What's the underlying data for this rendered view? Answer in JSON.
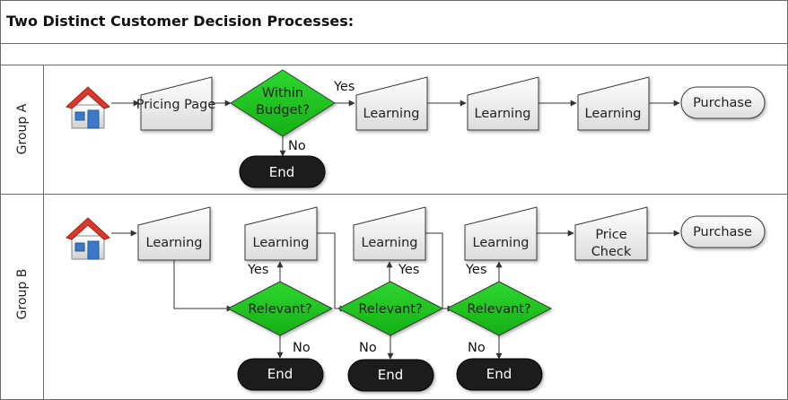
{
  "title": "Two Distinct Customer Decision Processes:",
  "lanes": {
    "a": "Group A",
    "b": "Group B"
  },
  "colors": {
    "decision_green": "#22c322",
    "end_fill": "#1c1c1c",
    "lane_border": "#6b6b6b"
  },
  "icons": {
    "start": "house-icon"
  },
  "group_a": {
    "pricing_page": "Pricing Page",
    "within_budget": "Within Budget?",
    "yes": "Yes",
    "no": "No",
    "end": "End",
    "learning_1": "Learning",
    "learning_2": "Learning",
    "learning_3": "Learning",
    "purchase": "Purchase"
  },
  "group_b": {
    "learning_0": "Learning",
    "learning_1": "Learning",
    "learning_2": "Learning",
    "learning_3": "Learning",
    "relevant_1": "Relevant?",
    "relevant_2": "Relevant?",
    "relevant_3": "Relevant?",
    "yes_1": "Yes",
    "yes_2": "Yes",
    "yes_3": "Yes",
    "no_1": "No",
    "no_2": "No",
    "no_3": "No",
    "end_1": "End",
    "end_2": "End",
    "end_3": "End",
    "price_check": "Price Check",
    "purchase": "Purchase"
  }
}
